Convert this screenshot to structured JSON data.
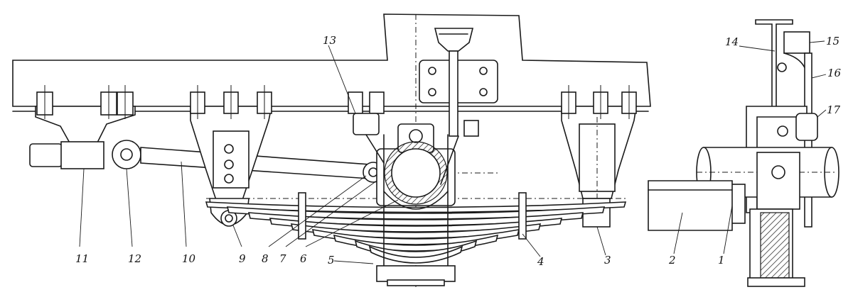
{
  "callouts": [
    {
      "label": "11"
    },
    {
      "label": "12"
    },
    {
      "label": "10"
    },
    {
      "label": "9"
    },
    {
      "label": "8"
    },
    {
      "label": "7"
    },
    {
      "label": "6"
    },
    {
      "label": "5"
    },
    {
      "label": "4"
    },
    {
      "label": "3"
    },
    {
      "label": "2"
    },
    {
      "label": "1"
    },
    {
      "label": "13"
    },
    {
      "label": "14"
    },
    {
      "label": "15"
    },
    {
      "label": "16"
    },
    {
      "label": "17"
    }
  ]
}
